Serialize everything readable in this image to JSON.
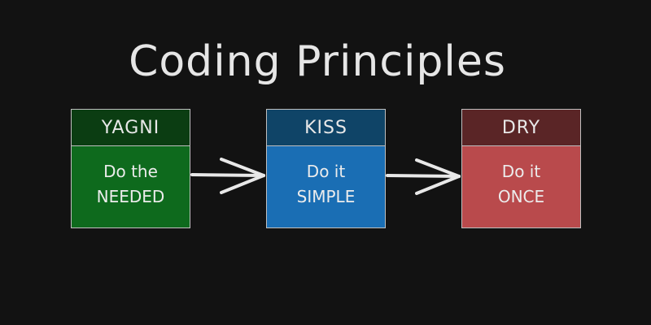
{
  "title": "Coding Principles",
  "colors": {
    "background": "#121212",
    "text": "#e6e6e6",
    "arrow": "#e8e8e8",
    "border": "#bfbfbf"
  },
  "principles": [
    {
      "name": "YAGNI",
      "line1": "Do the",
      "line2": "NEEDED",
      "header_color": "#0b3d12",
      "body_color": "#0e6a1d"
    },
    {
      "name": "KISS",
      "line1": "Do it",
      "line2": "SIMPLE",
      "header_color": "#0f4467",
      "body_color": "#1a6eb4"
    },
    {
      "name": "DRY",
      "line1": "Do it",
      "line2": "ONCE",
      "header_color": "#5a2526",
      "body_color": "#b94a4c"
    }
  ],
  "connections": [
    {
      "from": "YAGNI",
      "to": "KISS"
    },
    {
      "from": "KISS",
      "to": "DRY"
    }
  ]
}
